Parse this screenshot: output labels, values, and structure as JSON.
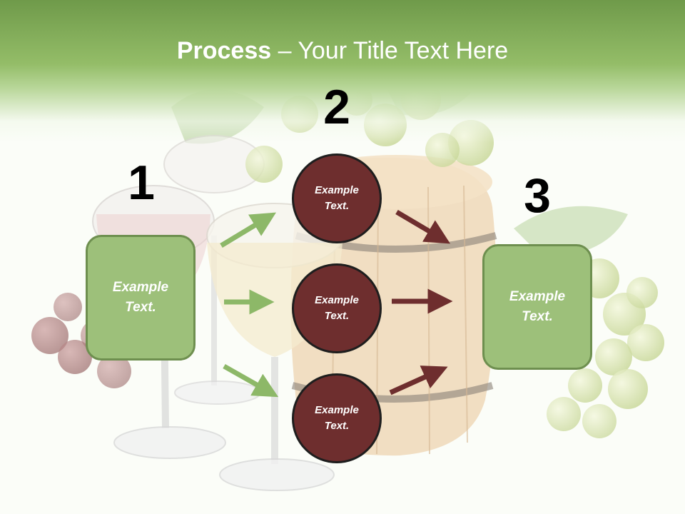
{
  "slide": {
    "title_bold": "Process",
    "title_rest": " – Your Title Text Here"
  },
  "steps": {
    "one": "1",
    "two": "2",
    "three": "3"
  },
  "boxes": {
    "left_text": "Example\nText.",
    "right_text": "Example\nText."
  },
  "circles": {
    "top_text": "Example\nText.",
    "middle_text": "Example\nText.",
    "bottom_text": "Example\nText."
  },
  "colors": {
    "header_green": "#94bd68",
    "box_green": "#9dc07a",
    "circle_brown": "#6e2e2e",
    "arrow_green": "#8db868",
    "arrow_brown": "#6e2e2e"
  },
  "icons": {
    "background": "wine-glasses-grapes-barrel-photo"
  }
}
